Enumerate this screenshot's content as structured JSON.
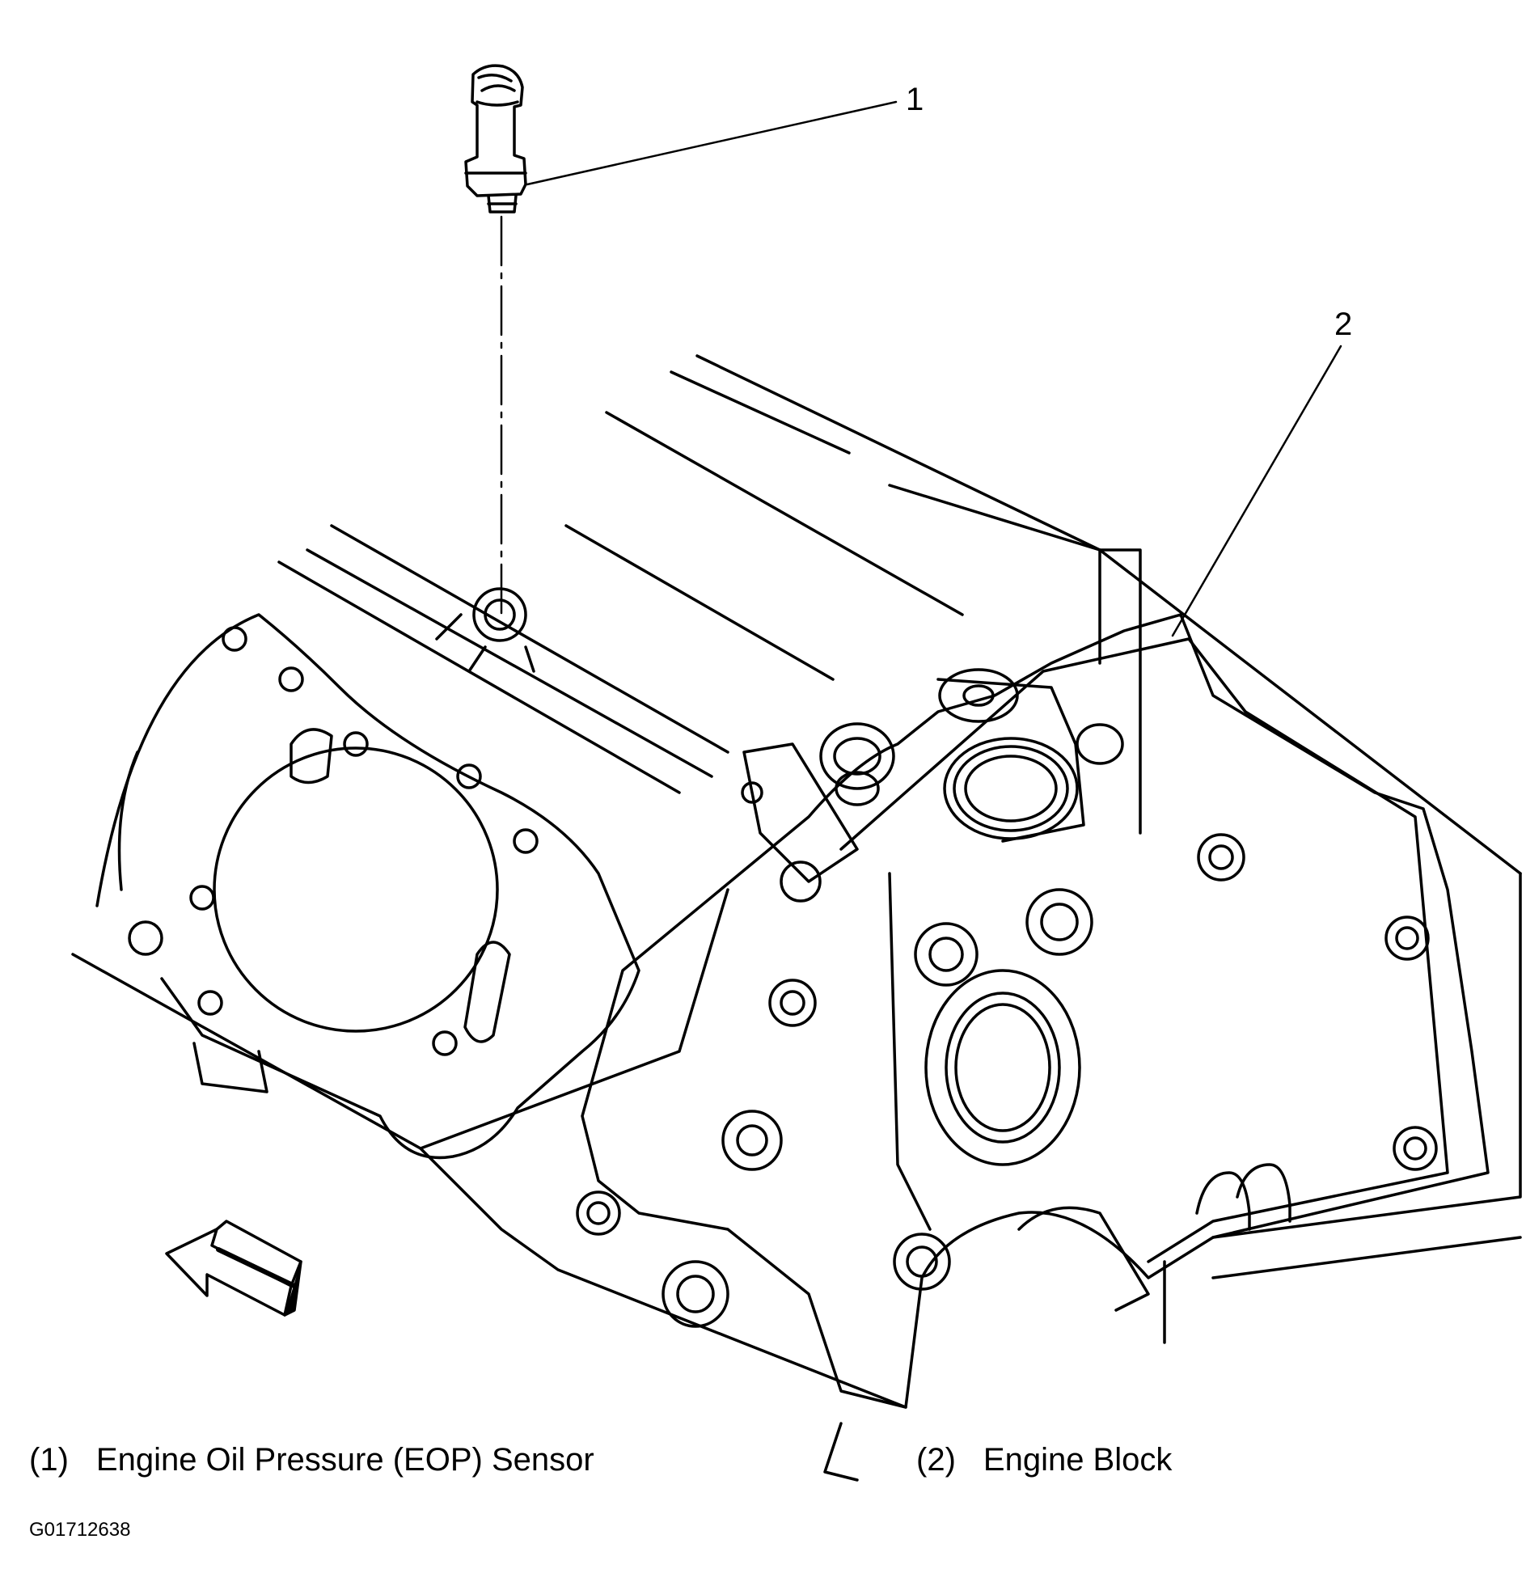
{
  "diagram": {
    "callouts": [
      {
        "number": "1",
        "target": "oil-pressure-sensor"
      },
      {
        "number": "2",
        "target": "engine-block"
      }
    ],
    "legend": [
      {
        "number": "(1)",
        "label": "Engine Oil Pressure (EOP) Sensor"
      },
      {
        "number": "(2)",
        "label": "Engine Block"
      }
    ],
    "figure_id": "G01712638"
  }
}
